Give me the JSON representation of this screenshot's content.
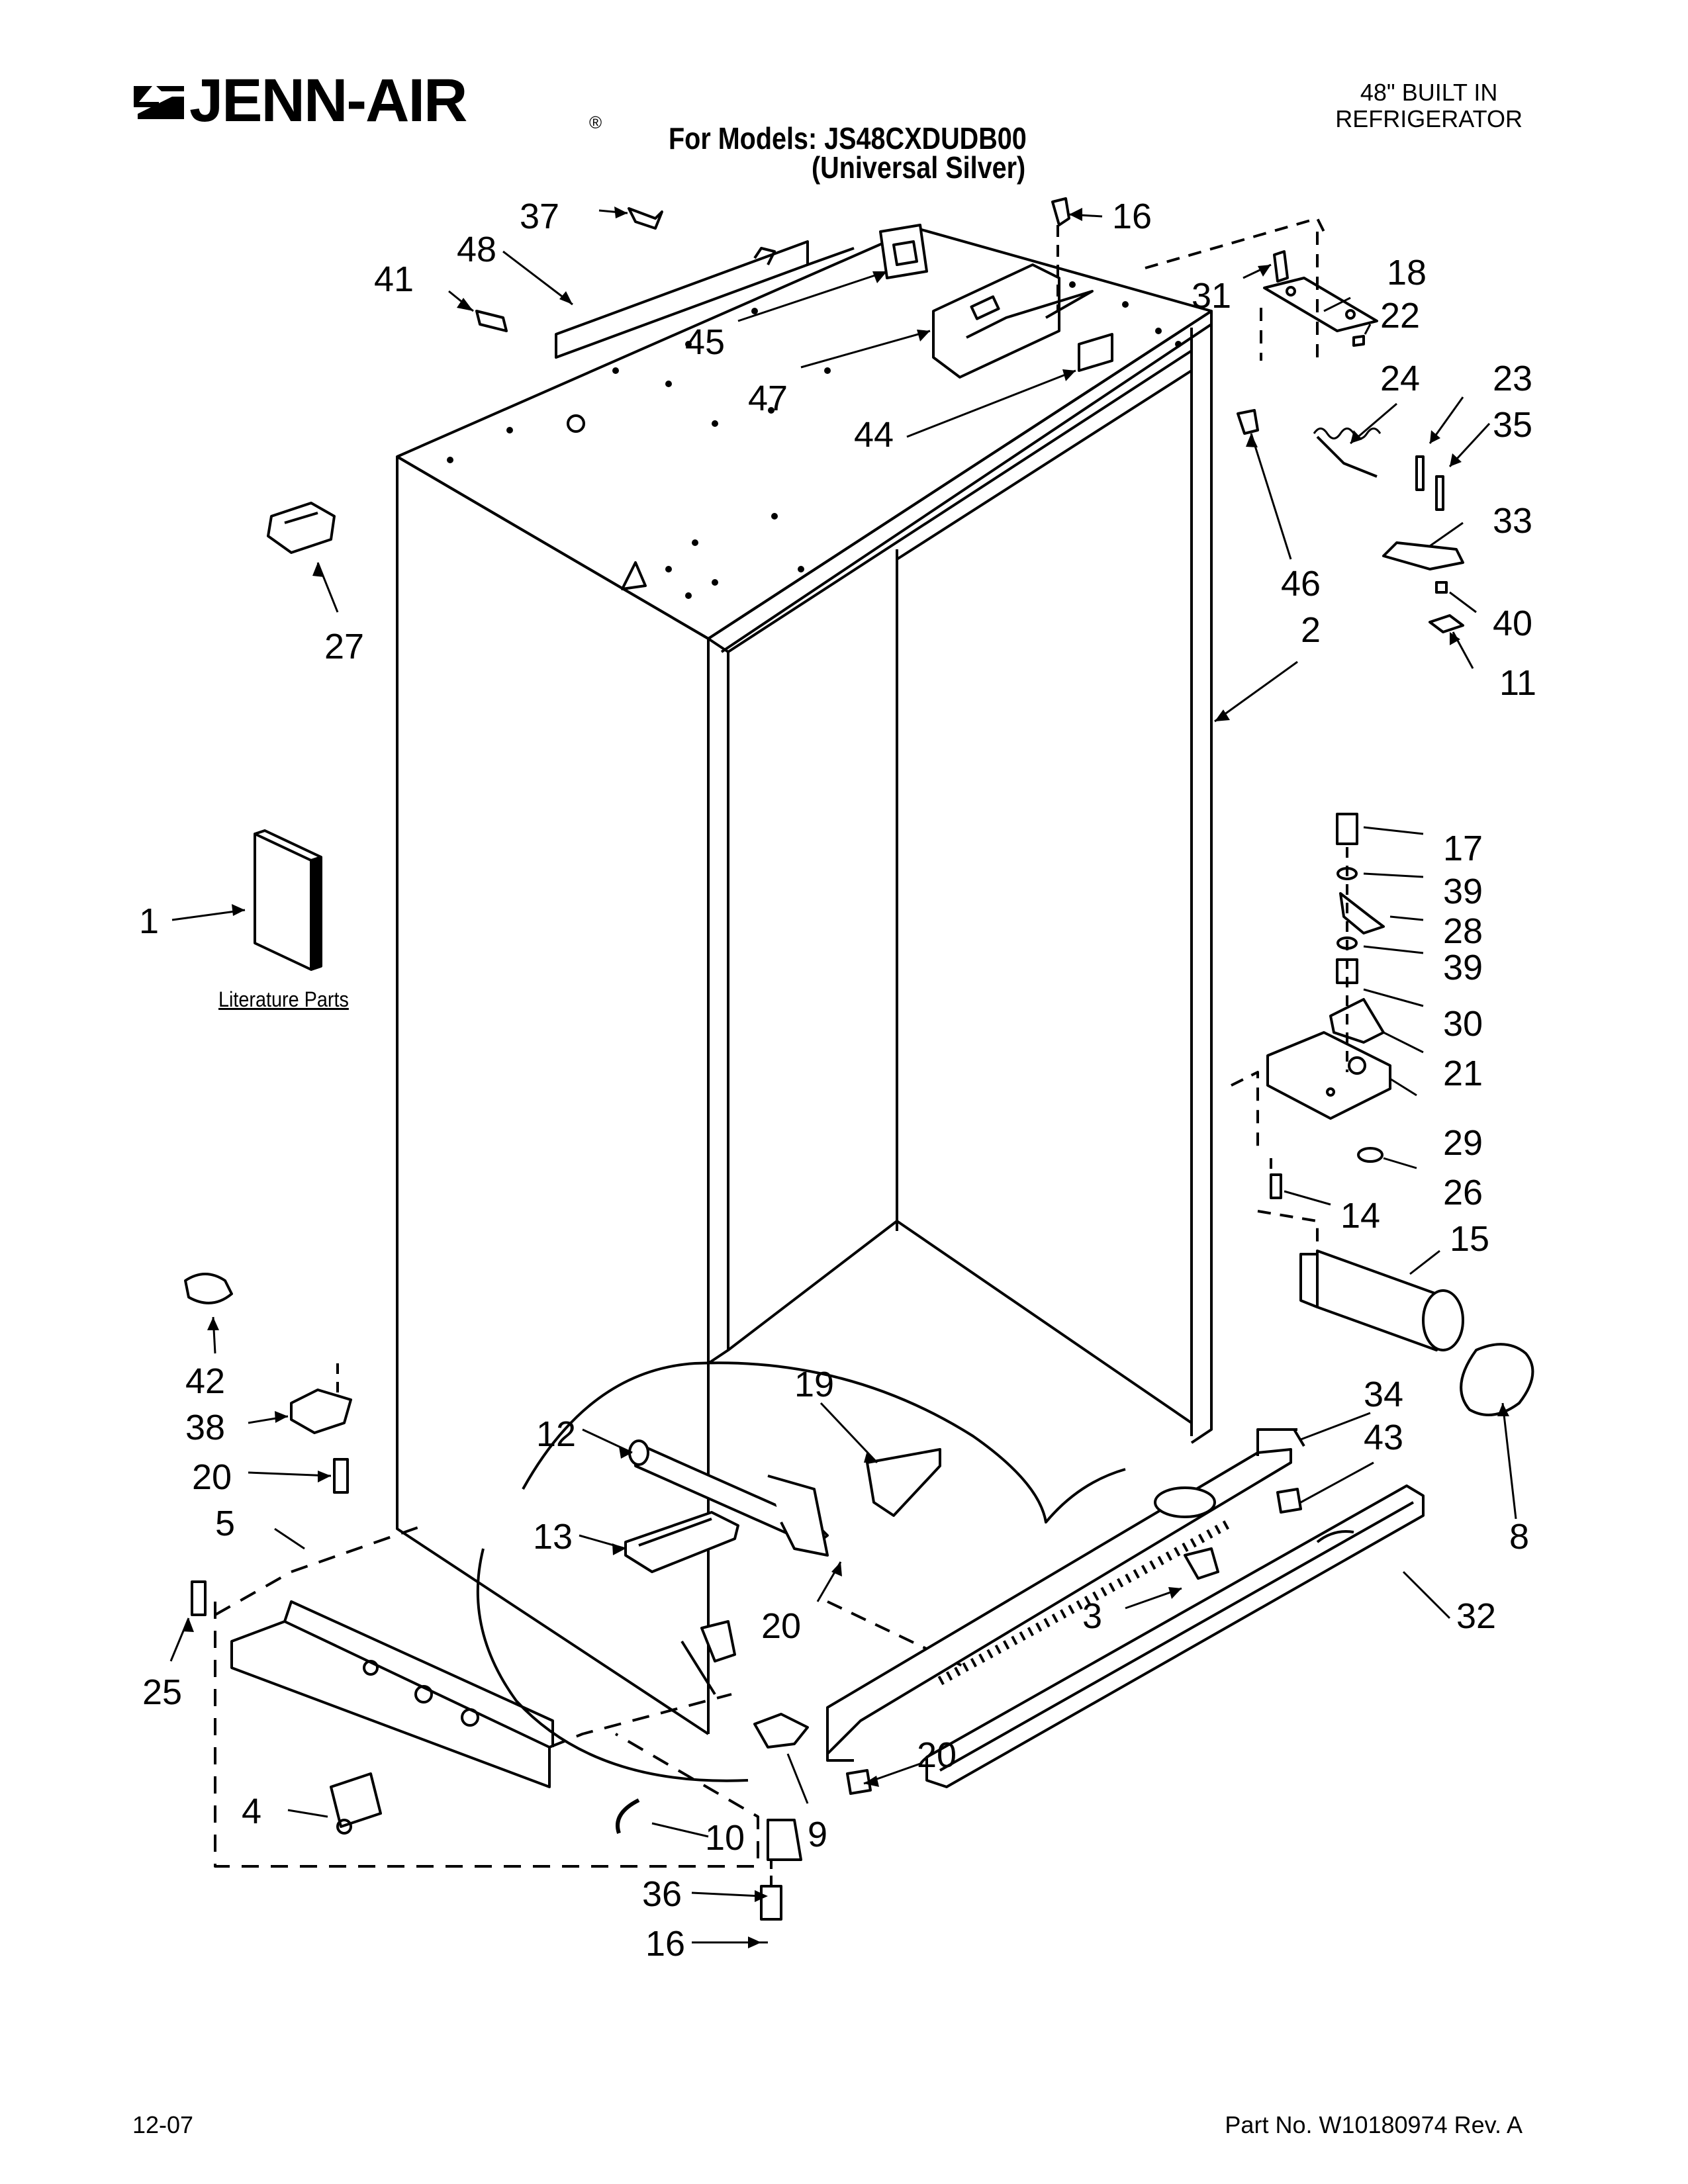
{
  "header": {
    "brand": "JENN-AIR",
    "trademark": "®",
    "model_line": "For Models: JS48CXDUDB00",
    "model_sub": "(Universal Silver)",
    "product_line1": "48\" BUILT IN",
    "product_line2": "REFRIGERATOR"
  },
  "literature_label": "Literature Parts",
  "footer": {
    "date": "12-07",
    "part_no": "Part No. W10180974 Rev. A"
  },
  "callouts": [
    "37",
    "48",
    "41",
    "16",
    "45",
    "47",
    "44",
    "31",
    "18",
    "22",
    "24",
    "23",
    "35",
    "33",
    "40",
    "11",
    "46",
    "2",
    "27",
    "1",
    "17",
    "39",
    "28",
    "39",
    "30",
    "21",
    "29",
    "26",
    "14",
    "15",
    "42",
    "38",
    "20",
    "5",
    "25",
    "12",
    "19",
    "13",
    "20",
    "34",
    "43",
    "8",
    "3",
    "32",
    "20",
    "9",
    "4",
    "10",
    "36",
    "16"
  ]
}
